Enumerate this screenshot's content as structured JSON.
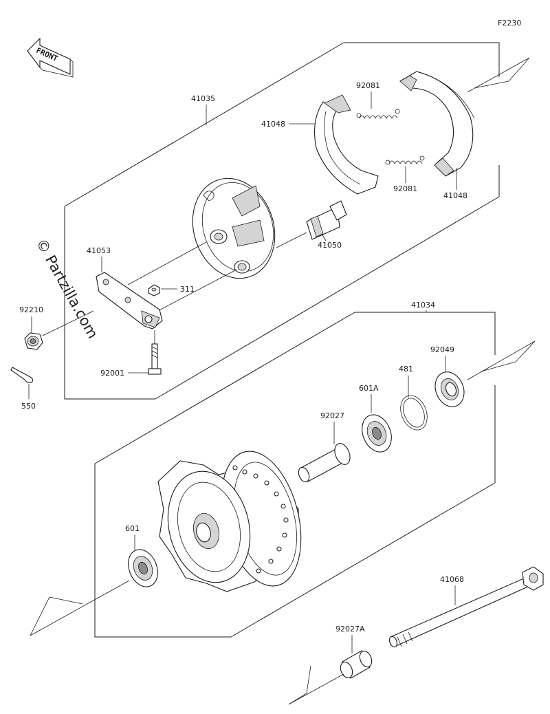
{
  "diagram_code": "F2230",
  "front_label": "FRONT",
  "watermark": "© Partzilla.com",
  "parts": {
    "p41035": "41035",
    "p41048_left": "41048",
    "p41048_right": "41048",
    "p92081_top": "92081",
    "p92081_bottom": "92081",
    "p41050": "41050",
    "p41053": "41053",
    "p311": "311",
    "p92210": "92210",
    "p92001": "92001",
    "p550": "550",
    "p41034": "41034",
    "p92049": "92049",
    "p481": "481",
    "p601A": "601A",
    "p92027": "92027",
    "p601": "601",
    "p41068": "41068",
    "p92027A": "92027A"
  }
}
